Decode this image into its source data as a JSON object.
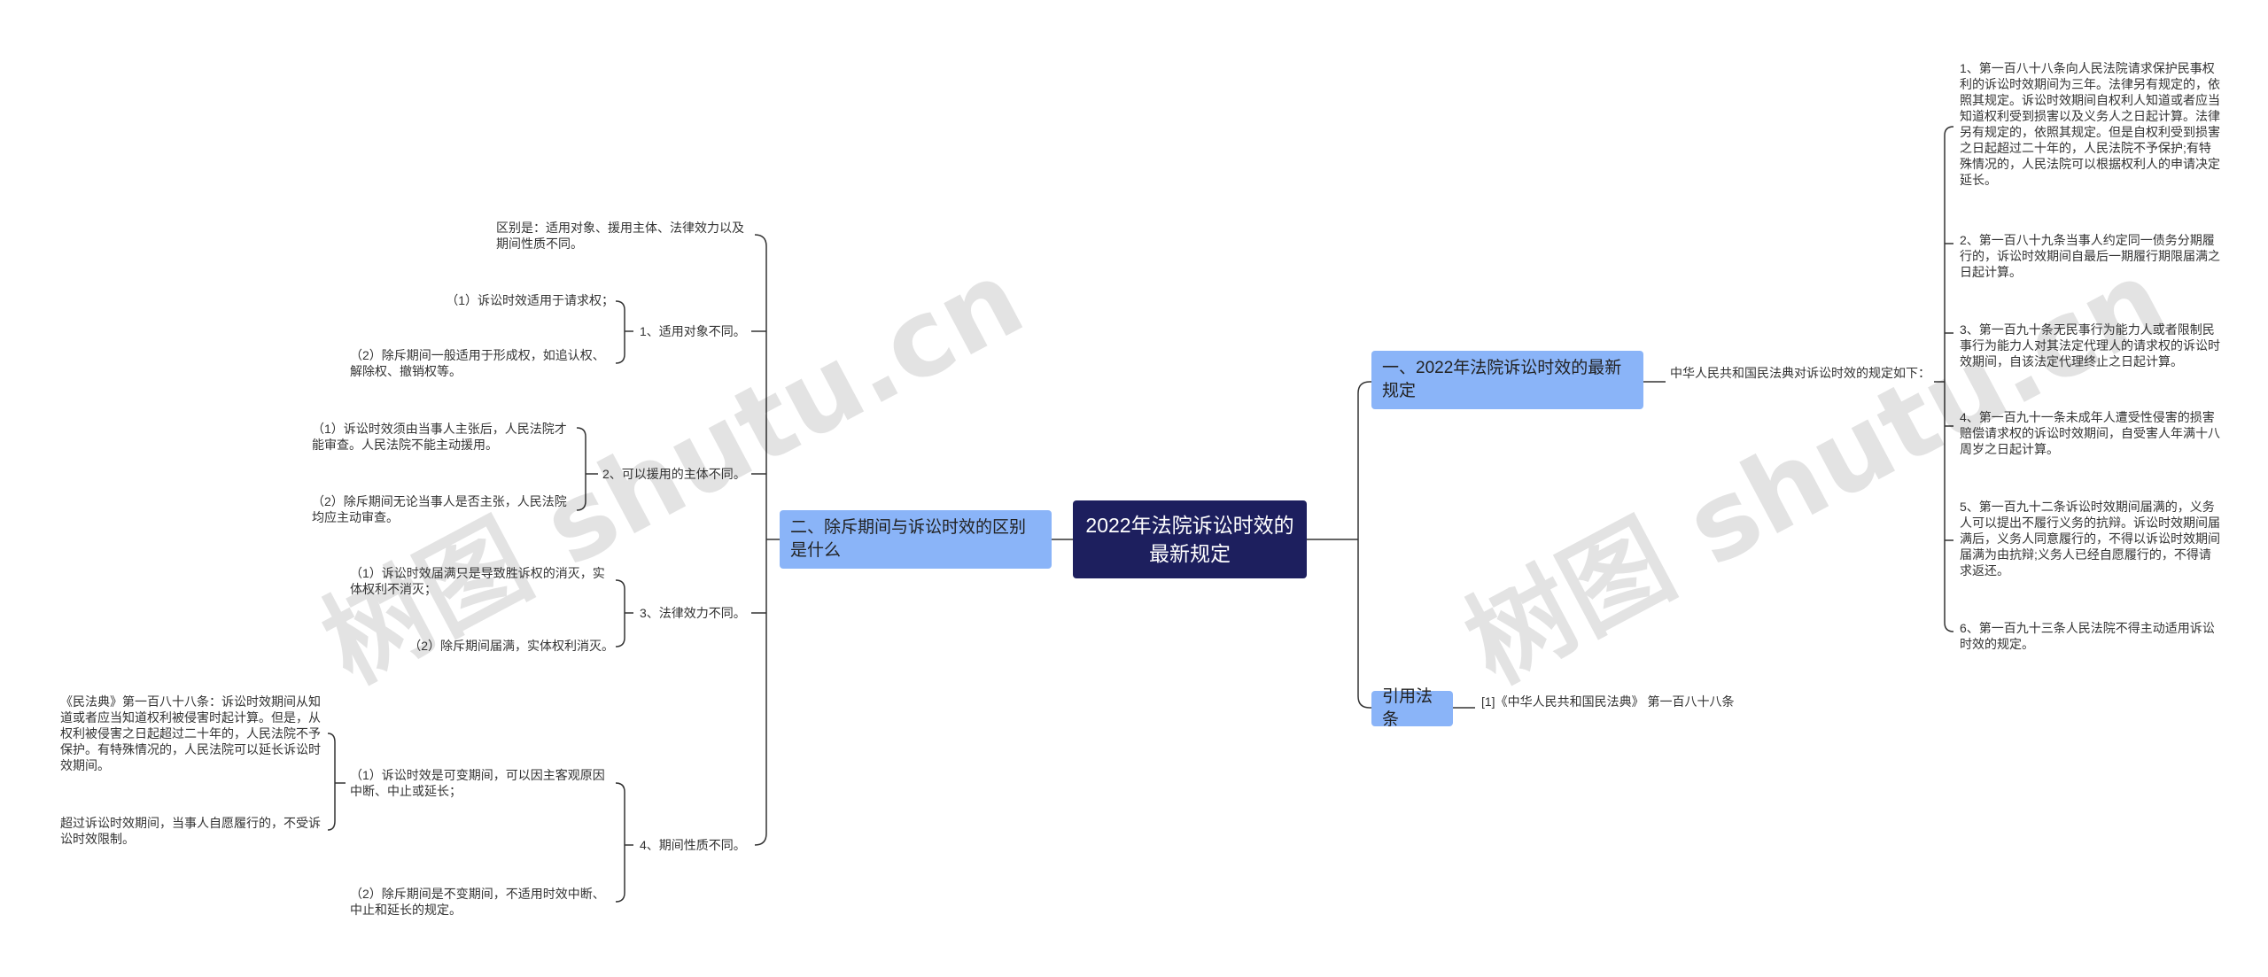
{
  "root": {
    "title": "2022年法院诉讼时效的最新规定"
  },
  "right": {
    "b1": {
      "label": "一、2022年法院诉讼时效的最新规定",
      "sub": "中华人民共和国民法典对诉讼时效的规定如下：",
      "items": [
        "1、第一百八十八条向人民法院请求保护民事权利的诉讼时效期间为三年。法律另有规定的，依照其规定。诉讼时效期间自权利人知道或者应当知道权利受到损害以及义务人之日起计算。法律另有规定的，依照其规定。但是自权利受到损害之日起超过二十年的，人民法院不予保护;有特殊情况的，人民法院可以根据权利人的申请决定延长。",
        "2、第一百八十九条当事人约定同一债务分期履行的，诉讼时效期间自最后一期履行期限届满之日起计算。",
        "3、第一百九十条无民事行为能力人或者限制民事行为能力人对其法定代理人的请求权的诉讼时效期间，自该法定代理终止之日起计算。",
        "4、第一百九十一条未成年人遭受性侵害的损害赔偿请求权的诉讼时效期间，自受害人年满十八周岁之日起计算。",
        "5、第一百九十二条诉讼时效期间届满的，义务人可以提出不履行义务的抗辩。诉讼时效期间届满后，义务人同意履行的，不得以诉讼时效期间届满为由抗辩;义务人已经自愿履行的，不得请求返还。",
        "6、第一百九十三条人民法院不得主动适用诉讼时效的规定。"
      ]
    },
    "b2": {
      "label": "引用法条",
      "ref": "[1]《中华人民共和国民法典》 第一百八十八条"
    }
  },
  "left": {
    "b3": {
      "label": "二、除斥期间与诉讼时效的区别是什么",
      "summary": "区别是：适用对象、援用主体、法律效力以及期间性质不同。",
      "groups": [
        {
          "label": "1、适用对象不同。",
          "items": [
            "（1）诉讼时效适用于请求权；",
            "（2）除斥期间一般适用于形成权，如追认权、解除权、撤销权等。"
          ]
        },
        {
          "label": "2、可以援用的主体不同。",
          "items": [
            "（1）诉讼时效须由当事人主张后，人民法院才能审查。人民法院不能主动援用。",
            "（2）除斥期间无论当事人是否主张，人民法院均应主动审查。"
          ]
        },
        {
          "label": "3、法律效力不同。",
          "items": [
            "（1）诉讼时效届满只是导致胜诉权的消灭，实体权利不消灭；",
            "（2）除斥期间届满，实体权利消灭。"
          ]
        },
        {
          "label": "4、期间性质不同。",
          "items": [
            "（1）诉讼时效是可变期间，可以因主客观原因中断、中止或延长；",
            "（2）除斥期间是不变期间，不适用时效中断、中止和延长的规定。"
          ],
          "sub_items": [
            "《民法典》第一百八十八条：诉讼时效期间从知道或者应当知道权利被侵害时起计算。但是，从权利被侵害之日起超过二十年的，人民法院不予保护。有特殊情况的，人民法院可以延长诉讼时效期间。",
            "超过诉讼时效期间，当事人自愿履行的，不受诉讼时效限制。"
          ]
        }
      ]
    }
  },
  "watermarks": [
    "树图 shutu.cn",
    "树图 shutu.cn"
  ],
  "colors": {
    "root": "#1d1f5e",
    "branch": "#8ab4f8",
    "line": "#333333"
  }
}
